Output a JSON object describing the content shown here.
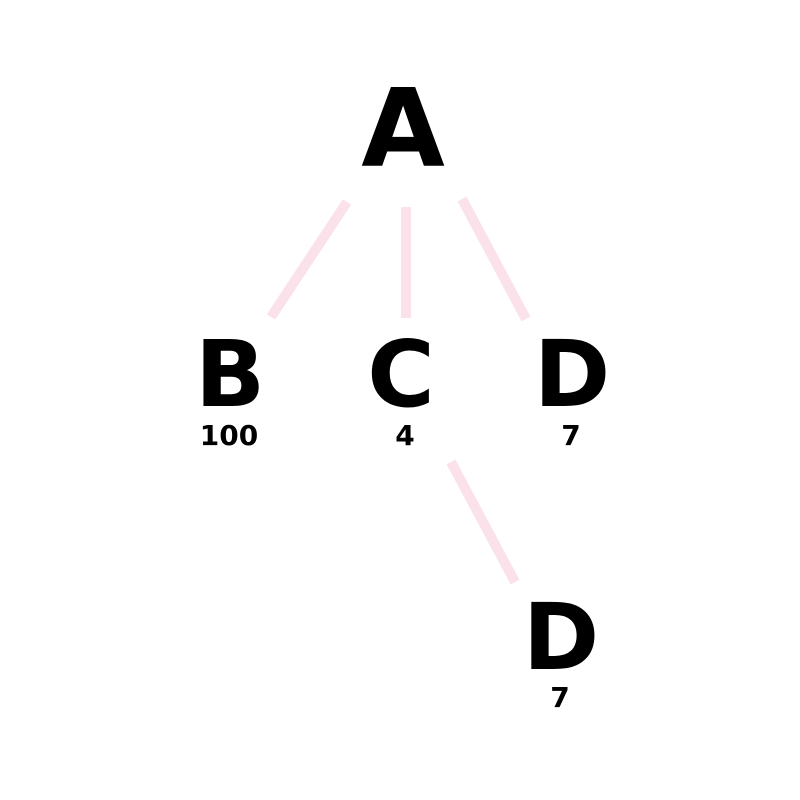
{
  "colors": {
    "edge": "#fbe1e9",
    "text": "#000000",
    "background": "#ffffff"
  },
  "tree": {
    "root": {
      "label": "A"
    },
    "children": [
      {
        "label": "B",
        "value": "100"
      },
      {
        "label": "C",
        "value": "4"
      },
      {
        "label": "D",
        "value": "7"
      }
    ],
    "grandchild": {
      "label": "D",
      "value": "7"
    }
  }
}
